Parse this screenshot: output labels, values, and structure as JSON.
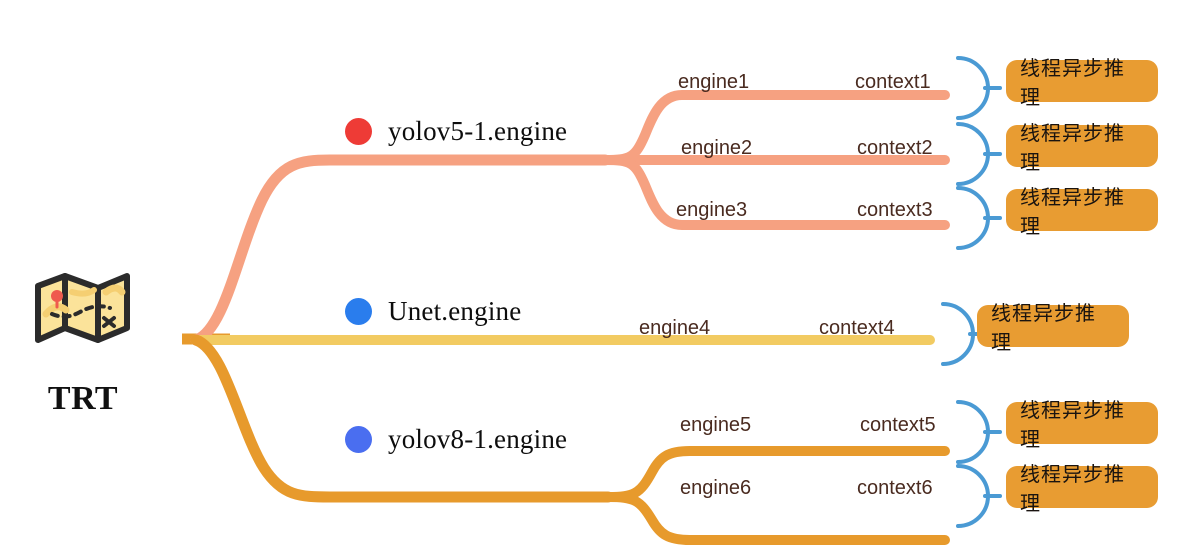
{
  "root": {
    "label": "TRT",
    "icon": "map-icon"
  },
  "colors": {
    "branch_top": "#f6a181",
    "branch_middle": "#f2cb62",
    "branch_bottom": "#e79a2c",
    "bracket": "#4a9ad4",
    "box_fill": "#e89c32",
    "box_text": "#1a1410",
    "dot_red": "#ee3b36",
    "dot_blue": "#2a7ded",
    "dot_periwinkle": "#4a6ef0",
    "leaf_text": "#4a2b20",
    "title_text": "#0d0d0d"
  },
  "groups": [
    {
      "name": "yolov5-1.engine",
      "dot_color": "#ee3b36",
      "branch_color": "#f6a181",
      "leaves": [
        {
          "engine": "engine1",
          "context": "context1",
          "thread": "线程异步推理"
        },
        {
          "engine": "engine2",
          "context": "context2",
          "thread": "线程异步推理"
        },
        {
          "engine": "engine3",
          "context": "context3",
          "thread": "线程异步推理"
        }
      ]
    },
    {
      "name": "Unet.engine",
      "dot_color": "#2a7ded",
      "branch_color": "#f2cb62",
      "leaves": [
        {
          "engine": "engine4",
          "context": "context4",
          "thread": "线程异步推理"
        }
      ]
    },
    {
      "name": "yolov8-1.engine",
      "dot_color": "#4a6ef0",
      "branch_color": "#e79a2c",
      "leaves": [
        {
          "engine": "engine5",
          "context": "context5",
          "thread": "线程异步推理"
        },
        {
          "engine": "engine6",
          "context": "context6",
          "thread": "线程异步推理"
        }
      ]
    }
  ]
}
